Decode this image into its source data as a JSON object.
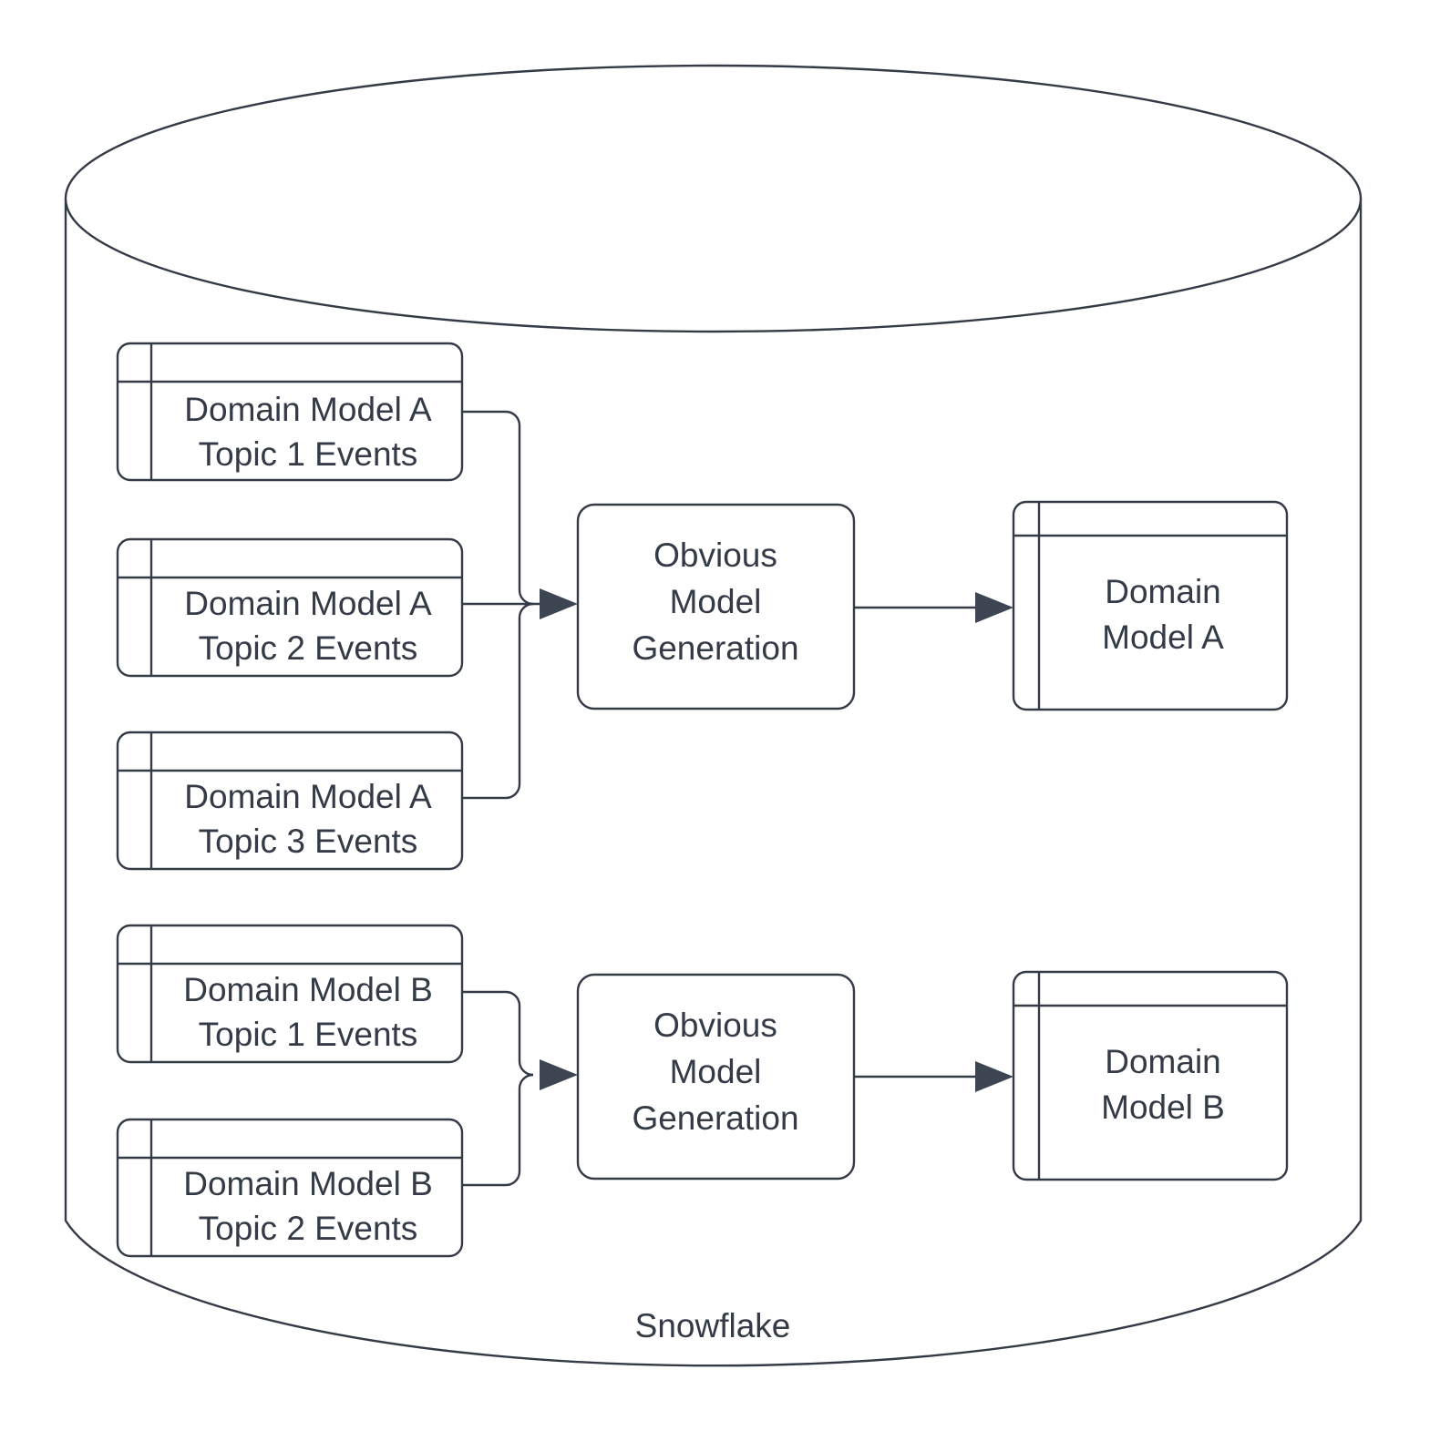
{
  "container": {
    "name": "snowflake-cylinder",
    "label": "Snowflake",
    "shape": "cylinder",
    "stroke_color": "#343b47",
    "fill_color": "#ffffff"
  },
  "theme": {
    "background": "#ffffff",
    "stroke": "#343b47",
    "text": "#343b47",
    "arrow_fill": "#3c4551"
  },
  "groups": [
    {
      "id": "group-a",
      "sources": [
        {
          "id": "src-a1",
          "line1": "Domain Model A",
          "line2": "Topic 1 Events",
          "shape": "table"
        },
        {
          "id": "src-a2",
          "line1": "Domain Model A",
          "line2": "Topic 2 Events",
          "shape": "table"
        },
        {
          "id": "src-a3",
          "line1": "Domain Model A",
          "line2": "Topic 3 Events",
          "shape": "table"
        }
      ],
      "process": {
        "id": "proc-a",
        "line1": "Obvious",
        "line2": "Model",
        "line3": "Generation",
        "shape": "rounded-rect"
      },
      "output": {
        "id": "out-a",
        "line1": "Domain",
        "line2": "Model A",
        "shape": "table"
      }
    },
    {
      "id": "group-b",
      "sources": [
        {
          "id": "src-b1",
          "line1": "Domain Model B",
          "line2": "Topic 1 Events",
          "shape": "table"
        },
        {
          "id": "src-b2",
          "line1": "Domain Model B",
          "line2": "Topic 2 Events",
          "shape": "table"
        }
      ],
      "process": {
        "id": "proc-b",
        "line1": "Obvious",
        "line2": "Model",
        "line3": "Generation",
        "shape": "rounded-rect"
      },
      "output": {
        "id": "out-b",
        "line1": "Domain",
        "line2": "Model B",
        "shape": "table"
      }
    }
  ]
}
